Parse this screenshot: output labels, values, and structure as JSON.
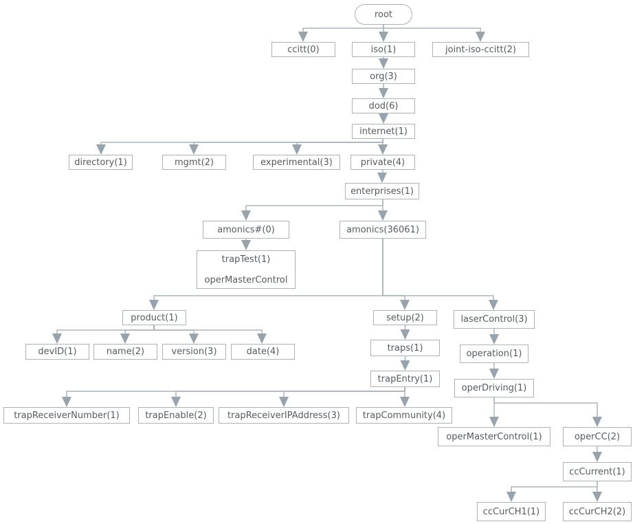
{
  "diagram": {
    "colors": {
      "line": "#aab4bc",
      "arrow": "#97a3ad",
      "border": "#aab1b8",
      "text": "#555b60"
    },
    "nodes": {
      "root": "root",
      "ccitt": "ccitt(0)",
      "iso": "iso(1)",
      "joint": "joint-iso-ccitt(2)",
      "org": "org(3)",
      "dod": "dod(6)",
      "internet": "internet(1)",
      "directory": "directory(1)",
      "mgmt": "mgmt(2)",
      "experimental": "experimental(3)",
      "private": "private(4)",
      "enterprises": "enterprises(1)",
      "amonicsHash": "amonics#(0)",
      "amonics": "amonics(36061)",
      "trapTest": "trapTest(1)",
      "trapTestSub": "operMasterControl",
      "product": "product(1)",
      "setup": "setup(2)",
      "laserControl": "laserControl(3)",
      "devID": "devID(1)",
      "name": "name(2)",
      "version": "version(3)",
      "date": "date(4)",
      "traps": "traps(1)",
      "trapEntry": "trapEntry(1)",
      "operation": "operation(1)",
      "operDriving": "operDriving(1)",
      "trapReceiverNumber": "trapReceiverNumber(1)",
      "trapEnable": "trapEnable(2)",
      "trapReceiverIPAddress": "trapReceiverIPAddress(3)",
      "trapCommunity": "trapCommunity(4)",
      "operMasterControl": "operMasterControl(1)",
      "operCC": "operCC(2)",
      "ccCurrent": "ccCurrent(1)",
      "ccCurCH1": "ccCurCH1(1)",
      "ccCurCH2": "ccCurCH2(2)"
    },
    "edges": [
      [
        "root",
        "ccitt"
      ],
      [
        "root",
        "iso"
      ],
      [
        "root",
        "joint"
      ],
      [
        "iso",
        "org"
      ],
      [
        "org",
        "dod"
      ],
      [
        "dod",
        "internet"
      ],
      [
        "internet",
        "directory"
      ],
      [
        "internet",
        "mgmt"
      ],
      [
        "internet",
        "experimental"
      ],
      [
        "internet",
        "private"
      ],
      [
        "private",
        "enterprises"
      ],
      [
        "enterprises",
        "amonicsHash"
      ],
      [
        "enterprises",
        "amonics"
      ],
      [
        "amonicsHash",
        "trapTest"
      ],
      [
        "amonics",
        "product"
      ],
      [
        "amonics",
        "setup"
      ],
      [
        "amonics",
        "laserControl"
      ],
      [
        "product",
        "devID"
      ],
      [
        "product",
        "name"
      ],
      [
        "product",
        "version"
      ],
      [
        "product",
        "date"
      ],
      [
        "setup",
        "traps"
      ],
      [
        "traps",
        "trapEntry"
      ],
      [
        "trapEntry",
        "trapReceiverNumber"
      ],
      [
        "trapEntry",
        "trapEnable"
      ],
      [
        "trapEntry",
        "trapReceiverIPAddress"
      ],
      [
        "trapEntry",
        "trapCommunity"
      ],
      [
        "laserControl",
        "operation"
      ],
      [
        "operation",
        "operDriving"
      ],
      [
        "operDriving",
        "operMasterControl"
      ],
      [
        "operDriving",
        "operCC"
      ],
      [
        "operCC",
        "ccCurrent"
      ],
      [
        "ccCurrent",
        "ccCurCH1"
      ],
      [
        "ccCurrent",
        "ccCurCH2"
      ]
    ]
  }
}
